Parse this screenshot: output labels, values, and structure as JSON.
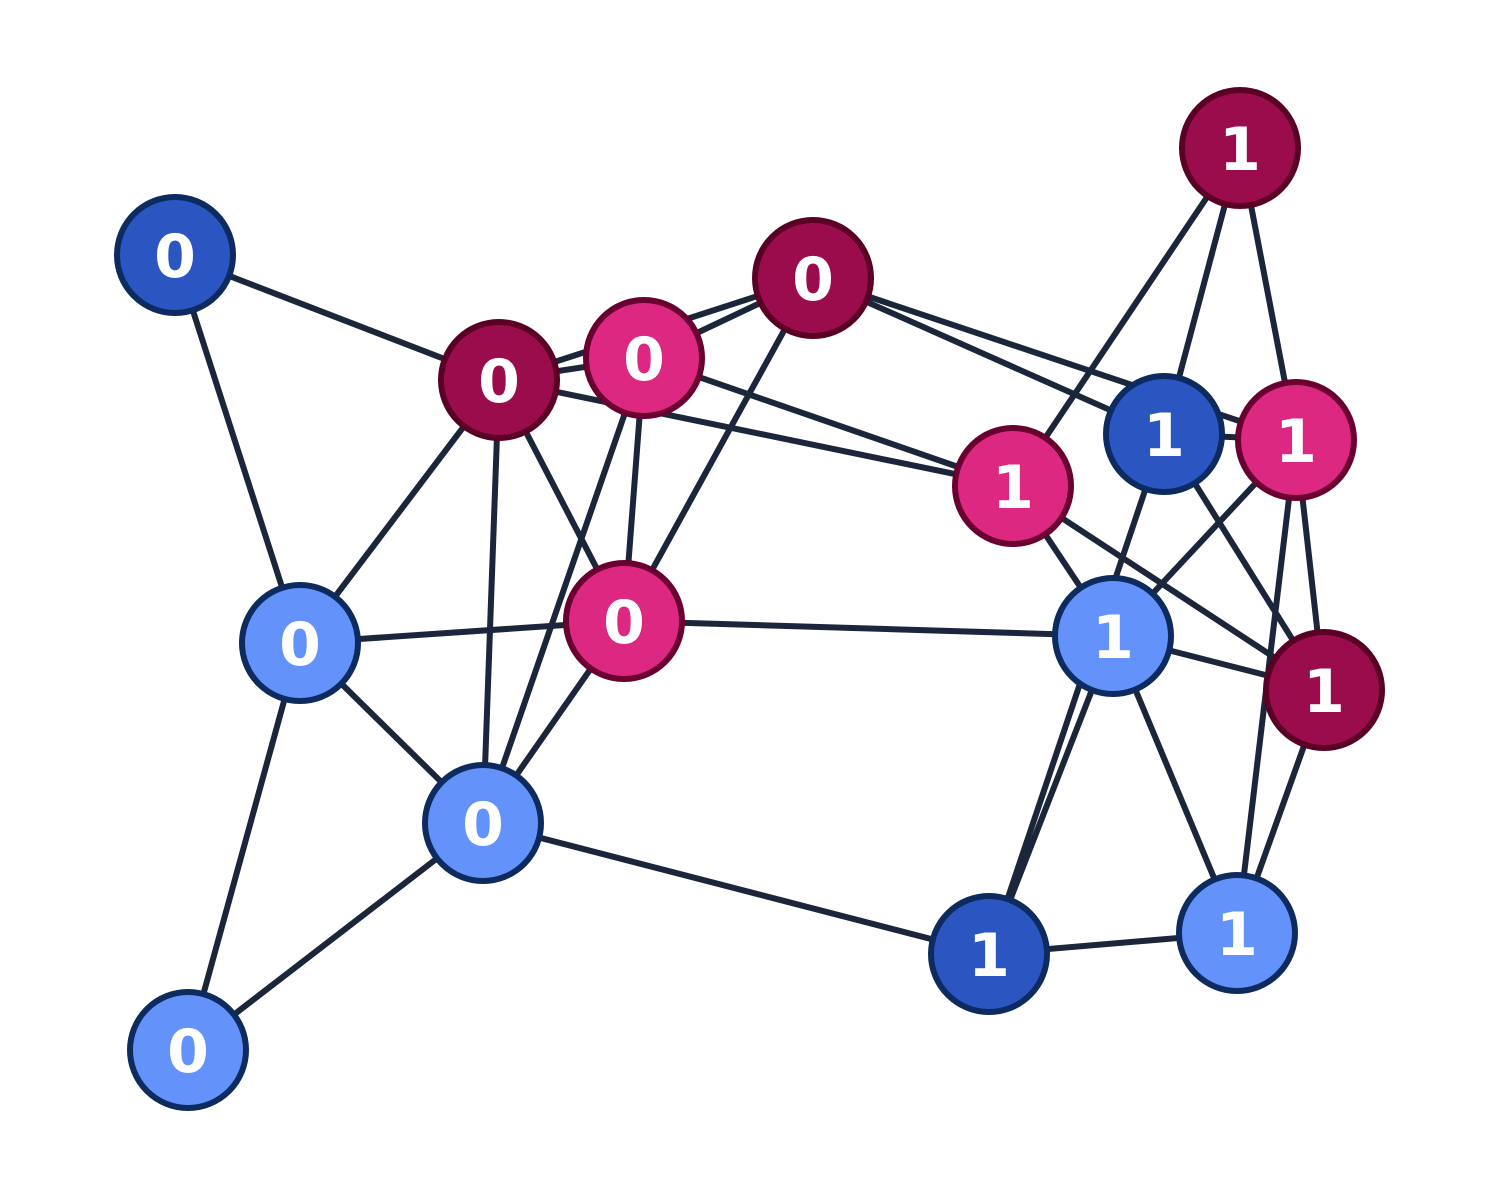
{
  "graph": {
    "node_styles": {
      "dark_blue": {
        "fill": "#2b55c0",
        "stroke": "#0d2b5e"
      },
      "light_blue": {
        "fill": "#6392fb",
        "stroke": "#0d2b5e"
      },
      "dark_red": {
        "fill": "#9b0c4d",
        "stroke": "#5a0024"
      },
      "pink": {
        "fill": "#dc2880",
        "stroke": "#6a0030"
      }
    },
    "edge_color": "#1b263b",
    "nodes": [
      {
        "id": "n1",
        "label": "0",
        "style": "dark_blue"
      },
      {
        "id": "n2",
        "label": "0",
        "style": "dark_red"
      },
      {
        "id": "n3",
        "label": "0",
        "style": "pink"
      },
      {
        "id": "n4",
        "label": "0",
        "style": "dark_red"
      },
      {
        "id": "n5",
        "label": "0",
        "style": "light_blue"
      },
      {
        "id": "n6",
        "label": "0",
        "style": "pink"
      },
      {
        "id": "n7",
        "label": "0",
        "style": "light_blue"
      },
      {
        "id": "n8",
        "label": "0",
        "style": "light_blue"
      },
      {
        "id": "n9",
        "label": "1",
        "style": "dark_red"
      },
      {
        "id": "n10",
        "label": "1",
        "style": "dark_blue"
      },
      {
        "id": "n11",
        "label": "1",
        "style": "pink"
      },
      {
        "id": "n12",
        "label": "1",
        "style": "pink"
      },
      {
        "id": "n13",
        "label": "1",
        "style": "light_blue"
      },
      {
        "id": "n14",
        "label": "1",
        "style": "dark_red"
      },
      {
        "id": "n15",
        "label": "1",
        "style": "dark_blue"
      },
      {
        "id": "n16",
        "label": "1",
        "style": "light_blue"
      }
    ],
    "edges": [
      [
        "n1",
        "n2"
      ],
      [
        "n1",
        "n5"
      ],
      [
        "n2",
        "n3"
      ],
      [
        "n2",
        "n4"
      ],
      [
        "n2",
        "n5"
      ],
      [
        "n2",
        "n6"
      ],
      [
        "n2",
        "n7"
      ],
      [
        "n2",
        "n12"
      ],
      [
        "n3",
        "n4"
      ],
      [
        "n3",
        "n6"
      ],
      [
        "n3",
        "n7"
      ],
      [
        "n3",
        "n12"
      ],
      [
        "n4",
        "n6"
      ],
      [
        "n4",
        "n10"
      ],
      [
        "n4",
        "n11"
      ],
      [
        "n5",
        "n6"
      ],
      [
        "n5",
        "n7"
      ],
      [
        "n5",
        "n8"
      ],
      [
        "n6",
        "n7"
      ],
      [
        "n6",
        "n13"
      ],
      [
        "n7",
        "n8"
      ],
      [
        "n7",
        "n15"
      ],
      [
        "n9",
        "n10"
      ],
      [
        "n9",
        "n11"
      ],
      [
        "n9",
        "n12"
      ],
      [
        "n10",
        "n11"
      ],
      [
        "n10",
        "n14"
      ],
      [
        "n10",
        "n15"
      ],
      [
        "n11",
        "n13"
      ],
      [
        "n11",
        "n14"
      ],
      [
        "n11",
        "n16"
      ],
      [
        "n12",
        "n13"
      ],
      [
        "n12",
        "n14"
      ],
      [
        "n13",
        "n14"
      ],
      [
        "n13",
        "n15"
      ],
      [
        "n13",
        "n16"
      ],
      [
        "n14",
        "n16"
      ],
      [
        "n15",
        "n16"
      ]
    ]
  }
}
